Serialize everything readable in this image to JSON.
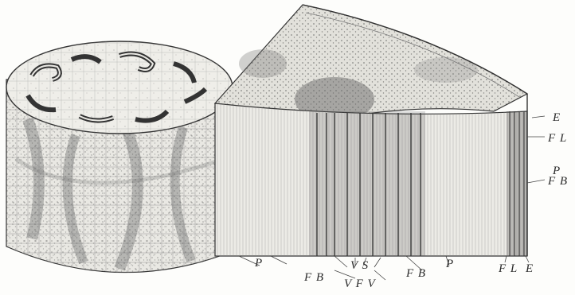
{
  "figure": {
    "labels": {
      "right_E": "E",
      "right_FL": "F L",
      "right_P": "P",
      "right_FB": "F B",
      "bottom_P_left": "P",
      "bottom_FB_left": "F B",
      "bottom_VS": "V S",
      "bottom_VFV": "V F V",
      "bottom_FB_right": "F B",
      "bottom_P_right": "P",
      "bottom_FL": "F L",
      "bottom_E": "E"
    }
  }
}
